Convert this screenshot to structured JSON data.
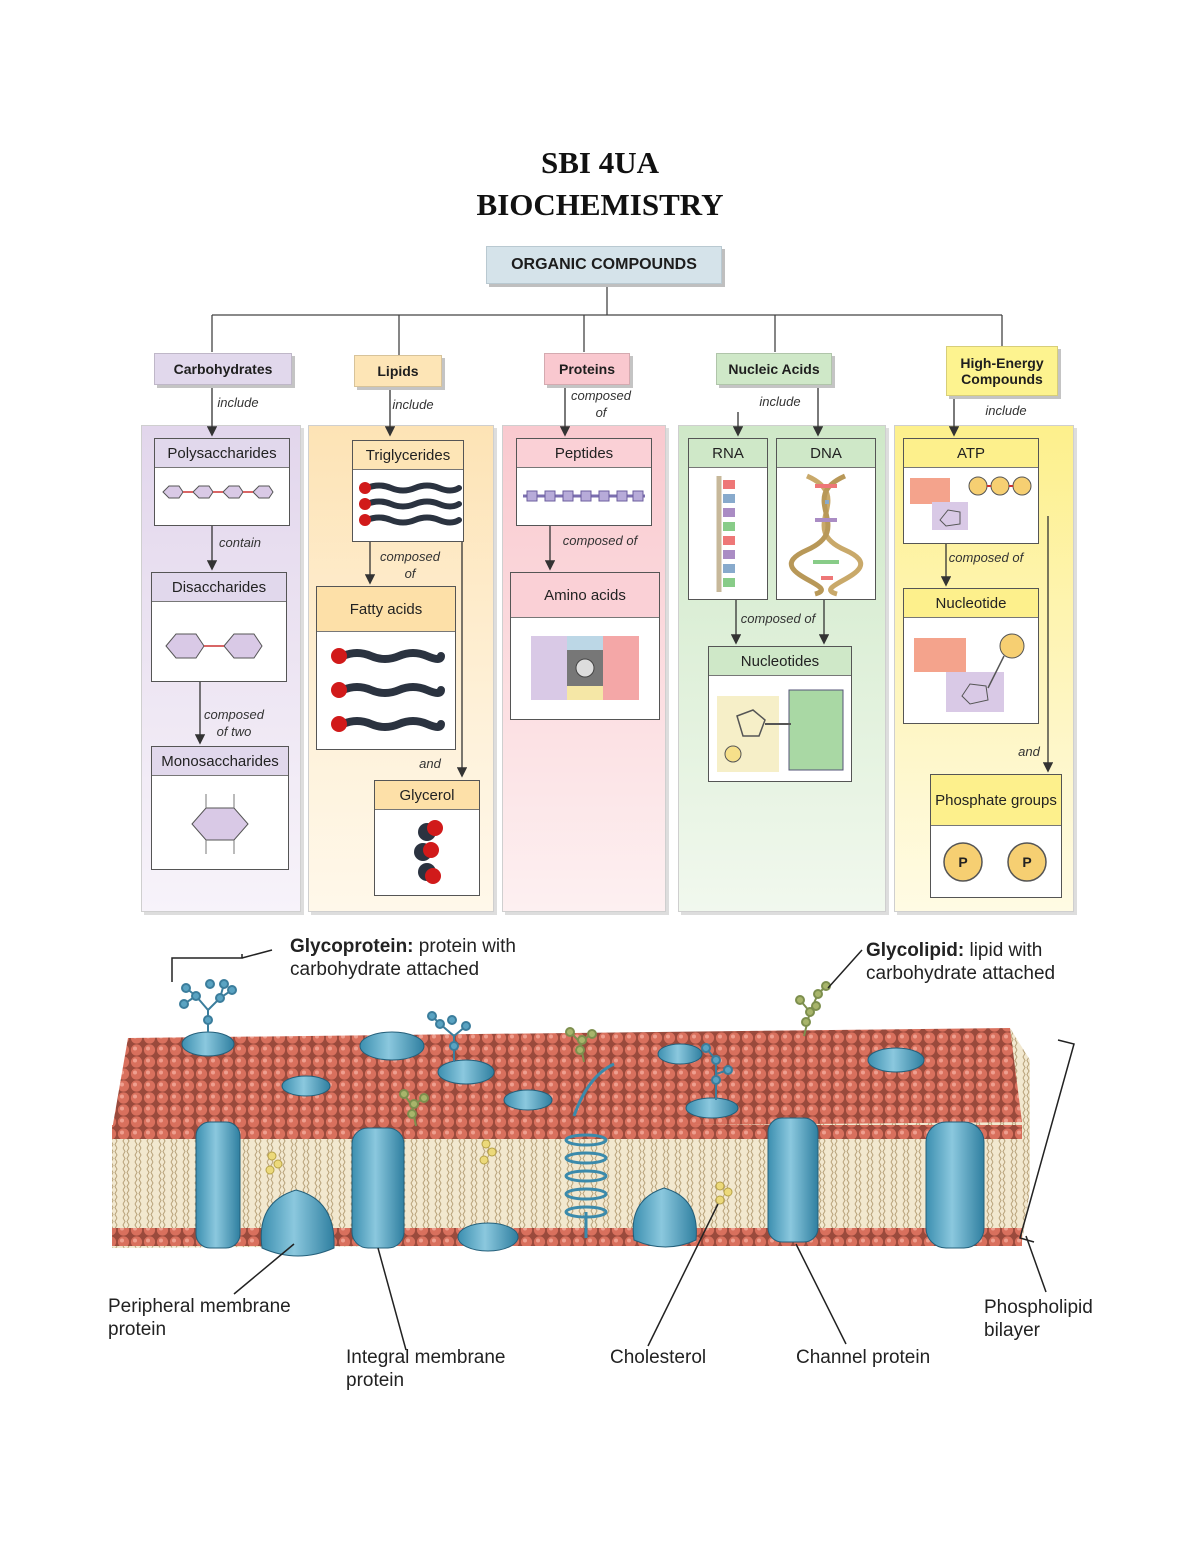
{
  "title": {
    "line1": "SBI 4UA",
    "line2": "BIOCHEMISTRY"
  },
  "root": "ORGANIC COMPOUNDS",
  "colors": {
    "carbohydrates": "#e6dcee",
    "lipids": "#fde9c4",
    "proteins": "#fbd3d8",
    "nucleic": "#d8ecd2",
    "energy": "#fdf3a8"
  },
  "columns": {
    "carbohydrates": {
      "label": "Carbohydrates",
      "link": "include",
      "boxes": [
        "Polysaccharides",
        "Disaccharides",
        "Monosaccharides"
      ],
      "links": [
        "contain",
        "composed of two"
      ]
    },
    "lipids": {
      "label": "Lipids",
      "link": "include",
      "boxes": [
        "Triglycerides",
        "Fatty acids",
        "Glycerol"
      ],
      "links": [
        "composed of",
        "and"
      ]
    },
    "proteins": {
      "label": "Proteins",
      "link": "composed of",
      "boxes": [
        "Peptides",
        "Amino acids"
      ],
      "links": [
        "composed of"
      ]
    },
    "nucleic": {
      "label": "Nucleic Acids",
      "link": "include",
      "boxes": [
        "RNA",
        "DNA",
        "Nucleotides"
      ],
      "links": [
        "composed of"
      ]
    },
    "energy": {
      "label": "High-Energy Compounds",
      "link": "include",
      "boxes": [
        "ATP",
        "Nucleotide",
        "Phosphate groups"
      ],
      "links": [
        "composed of",
        "and"
      ]
    }
  },
  "membrane": {
    "glycoprotein_bold": "Glycoprotein:",
    "glycoprotein_rest": "protein with carbohydrate attached",
    "glycolipid_bold": "Glycolipid:",
    "glycolipid_rest": "lipid with carbohydrate attached",
    "peripheral": "Peripheral membrane protein",
    "integral": "Integral membrane protein",
    "cholesterol": "Cholesterol",
    "channel": "Channel protein",
    "bilayer": "Phospholipid bilayer"
  },
  "molecule_text": {
    "p": "P"
  }
}
